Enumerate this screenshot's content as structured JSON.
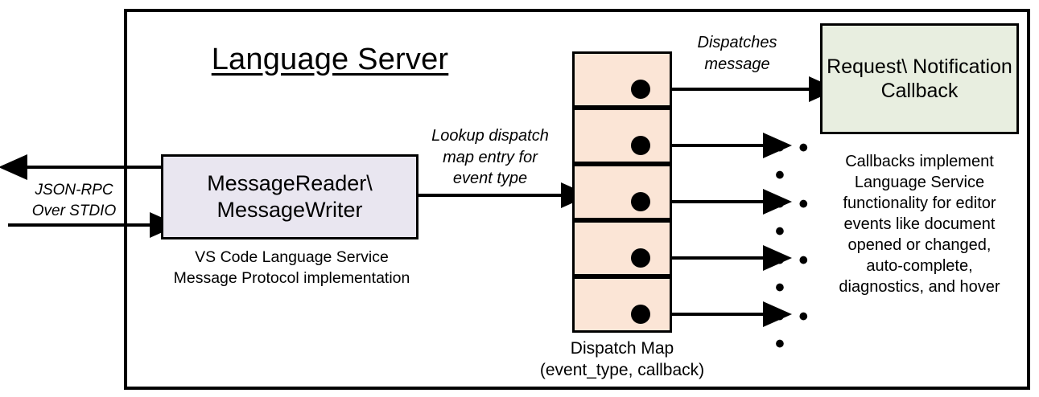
{
  "diagram": {
    "title": "Language Server",
    "outer_border_color": "#000000",
    "background": "#ffffff"
  },
  "left": {
    "box_label": "MessageReader\\\nMessageWriter",
    "box_fill": "#e9e6f0",
    "caption": "VS Code Language Service\nMessage Protocol implementation",
    "io_label": "JSON-RPC\nOver STDIO"
  },
  "middle": {
    "lookup_label": "Lookup dispatch\nmap entry for\nevent type",
    "dispatch_label": "Dispatches\nmessage",
    "map_caption": "Dispatch Map\n(event_type, callback)",
    "cell_fill": "#fbe5d6",
    "cells": [
      {
        "index": 1,
        "dot": "callback-dot"
      },
      {
        "index": 2,
        "dot": "callback-dot"
      },
      {
        "index": 3,
        "dot": "callback-dot"
      },
      {
        "index": 4,
        "dot": "callback-dot"
      },
      {
        "index": 5,
        "dot": "callback-dot"
      }
    ]
  },
  "right": {
    "box_label": "Request\\\nNotification\nCallback",
    "box_fill": "#e8eee0",
    "caption": "Callbacks implement\nLanguage Service\nfunctionality for editor\nevents like document\nopened or changed,\nauto-complete,\ndiagnostics, and hover",
    "ellipsis": "• • •",
    "ellipsis_rows": [
      {
        "label": "• • •"
      },
      {
        "label": "• • •"
      },
      {
        "label": "• • •"
      },
      {
        "label": "• • •"
      }
    ]
  }
}
